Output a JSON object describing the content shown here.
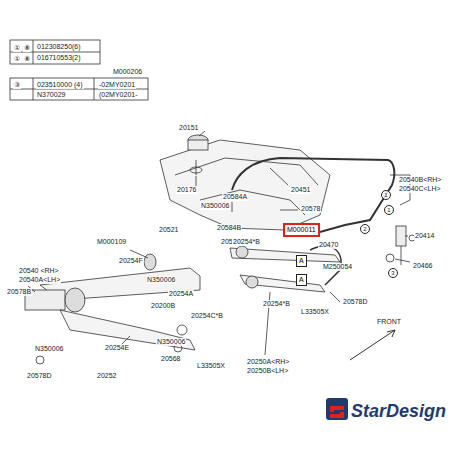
{
  "diagram": {
    "nodes": [
      {
        "text": [
          "M000011"
        ]
      },
      {
        "text": [
          "A"
        ]
      },
      {
        "text": [
          "A"
        ]
      }
    ],
    "labels": [
      "①",
      "⑧",
      "012308250(6)",
      "①",
      "⑧",
      "016710553(2)",
      "③",
      "023510000 (4)",
      "-02MY0201",
      "N370029",
      "(02MY0201-",
      "M000206",
      "20151",
      "20176",
      "20451",
      "20578",
      "20540B<RH>",
      "20540C<LH>",
      "20584A",
      "N350006",
      "20414",
      "20470",
      "M250054",
      "20466",
      "20521",
      "20584B",
      "20584C",
      "M000109",
      "20254F",
      "20254*B",
      "20540 <RH>",
      "20540A<LH>",
      "20578B",
      "N350006",
      "20254A",
      "20200B",
      "20254C*B",
      "N350006",
      "20254*B",
      "20578D",
      "L33505X",
      "20254E",
      "N350006",
      "20252",
      "20578D",
      "20568",
      "L33505X",
      "20250A<RH>",
      "20250B<LH>",
      "FRONT",
      "1",
      "1",
      "2",
      "3",
      "StarDesign"
    ]
  }
}
